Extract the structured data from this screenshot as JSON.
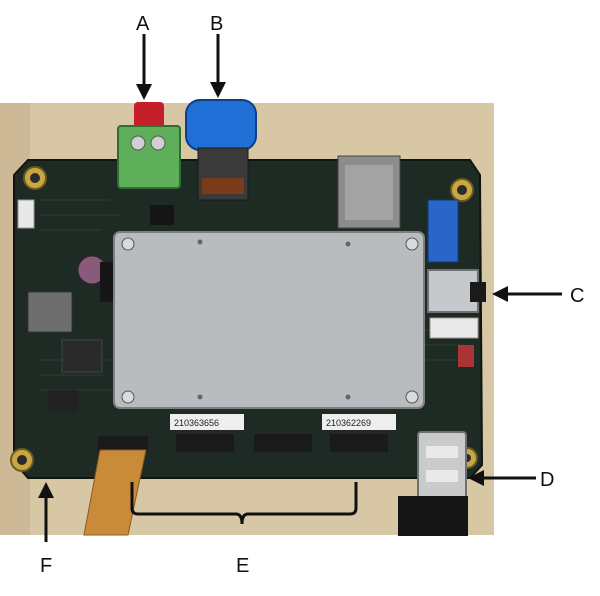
{
  "figure": {
    "callouts": [
      {
        "letter": "A",
        "part": "green power terminal block"
      },
      {
        "letter": "B",
        "part": "blue connector cable"
      },
      {
        "letter": "C",
        "part": "microSD card slot"
      },
      {
        "letter": "D",
        "part": "USB port"
      },
      {
        "letter": "E",
        "part": "flat flex camera connectors"
      },
      {
        "letter": "F",
        "part": "corner mounting hole"
      }
    ],
    "board_labels": [
      "210363656",
      "210362269"
    ]
  },
  "colors": {
    "table": "#d8c7a4",
    "pcb": "#1e2a24",
    "heatsink": "#b9bcbf",
    "terminal": "#5fae5a",
    "cable_blue": "#1f6fd6",
    "flex": "#c98a3a",
    "arrow": "#111111"
  }
}
